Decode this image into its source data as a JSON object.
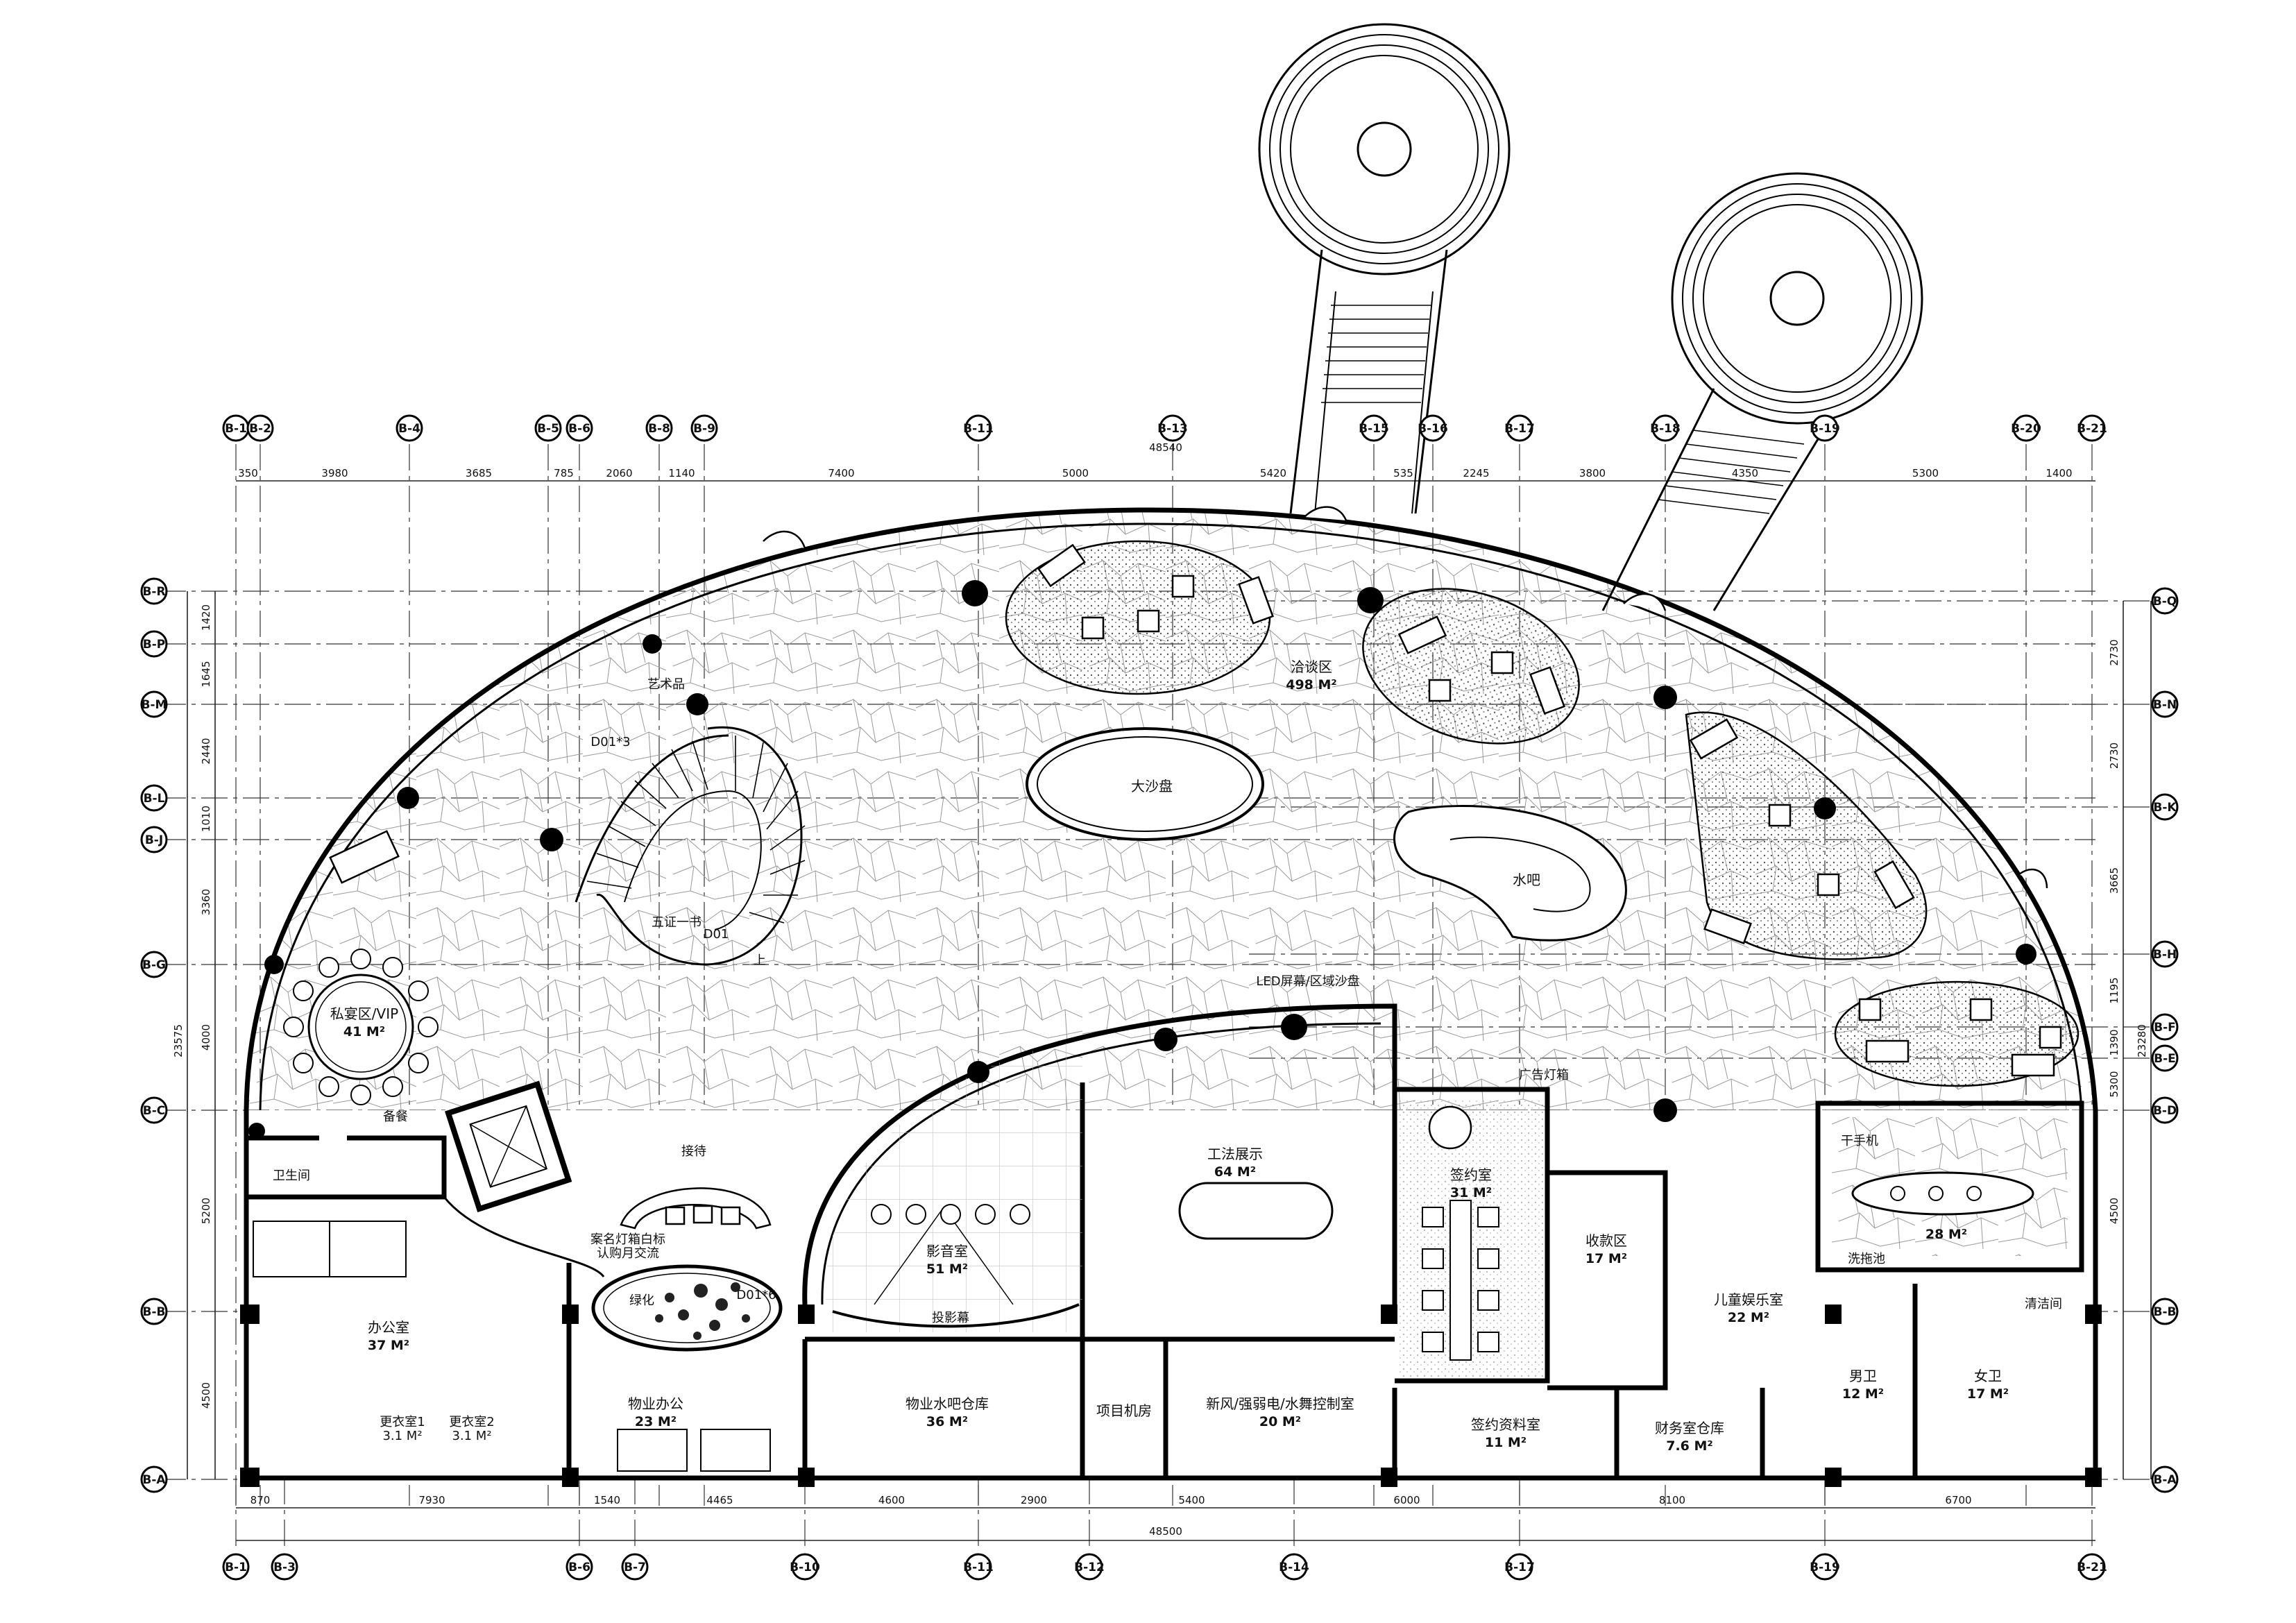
{
  "grid_top": [
    "B-1",
    "B-2",
    "B-4",
    "B-5",
    "B-6",
    "B-8",
    "B-9",
    "B-11",
    "B-13",
    "B-15",
    "B-16",
    "B-17",
    "B-18",
    "B-19",
    "B-20",
    "B-21"
  ],
  "grid_bottom": [
    "B-1",
    "B-3",
    "B-6",
    "B-7",
    "B-10",
    "B-11",
    "B-12",
    "B-14",
    "B-17",
    "B-19",
    "B-21"
  ],
  "grid_left": [
    "B-R",
    "B-P",
    "B-M",
    "B-L",
    "B-J",
    "B-G",
    "B-C",
    "B-B",
    "B-A"
  ],
  "grid_right": [
    "B-Q",
    "B-N",
    "B-K",
    "B-H",
    "B-F",
    "B-E",
    "B-D",
    "B-B",
    "B-A"
  ],
  "dims_top": [
    "350",
    "3980",
    "3685",
    "785",
    "2060",
    "1140",
    "7400",
    "5000",
    "5420",
    "535",
    "2245",
    "3800",
    "4350",
    "5300",
    "1400"
  ],
  "dims_top_total": "48540",
  "dims_bottom": [
    "870",
    "7930",
    "1540",
    "4465",
    "4600",
    "2900",
    "5400",
    "6000",
    "8100",
    "6700"
  ],
  "dims_bottom_total": "48500",
  "dims_left": [
    "1420",
    "1645",
    "2440",
    "1010",
    "3360",
    "4000",
    "5200",
    "4500"
  ],
  "dims_left_total": "23575",
  "dims_right": [
    "2730",
    "2730",
    "3665",
    "1195",
    "1390",
    "5300",
    "4500"
  ],
  "dims_right_total": "23280",
  "rooms": {
    "negotiation": {
      "name": "洽谈区",
      "area": "498 M²"
    },
    "sandtable": {
      "name": "大沙盘"
    },
    "waterbar": {
      "name": "水吧"
    },
    "art": {
      "name": "艺术品"
    },
    "d01_3": {
      "name": "D01*3"
    },
    "stairs": {
      "name": "五证一书"
    },
    "d01": {
      "name": "D01"
    },
    "up": {
      "name": "上"
    },
    "vip": {
      "name": "私宴区/VIP",
      "area": "41 M²"
    },
    "led": {
      "name": "LED屏幕/区域沙盘"
    },
    "ad_lightbox": {
      "name": "广告灯箱"
    },
    "reception": {
      "name": "接待"
    },
    "logo_wall": {
      "name": "案名灯箱白标"
    },
    "logo_wall2": {
      "name": "认购月交流"
    },
    "green": {
      "name": "绿化"
    },
    "d01_6": {
      "name": "D01*6"
    },
    "craft": {
      "name": "工法展示",
      "area": "64 M²"
    },
    "cinema": {
      "name": "影音室",
      "area": "51 M²"
    },
    "projection": {
      "name": "投影幕"
    },
    "signing": {
      "name": "签约室",
      "area": "31 M²"
    },
    "cashier": {
      "name": "收款区",
      "area": "17 M²"
    },
    "kids": {
      "name": "儿童娱乐室",
      "area": "22 M²"
    },
    "toilet_hall": {
      "name": "",
      "area": "28 M²"
    },
    "dryer": {
      "name": "干手机"
    },
    "sink": {
      "name": "洗拖池"
    },
    "clean": {
      "name": "清洁间"
    },
    "men": {
      "name": "男卫",
      "area": "12 M²"
    },
    "women": {
      "name": "女卫",
      "area": "17 M²"
    },
    "restroom": {
      "name": "卫生间"
    },
    "pantry": {
      "name": "备餐"
    },
    "office": {
      "name": "办公室",
      "area": "37 M²"
    },
    "change1": {
      "name": "更衣室1",
      "area": "3.1 M²"
    },
    "change2": {
      "name": "更衣室2",
      "area": "3.1 M²"
    },
    "prop_office": {
      "name": "物业办公",
      "area": "23 M²"
    },
    "storage": {
      "name": "物业水吧仓库",
      "area": "36 M²"
    },
    "project_room": {
      "name": "项目机房"
    },
    "control": {
      "name": "新风/强弱电/水舞控制室",
      "area": "20 M²"
    },
    "sign_archive": {
      "name": "签约资料室",
      "area": "11 M²"
    },
    "finance": {
      "name": "财务室仓库",
      "area": "7.6 M²"
    }
  }
}
